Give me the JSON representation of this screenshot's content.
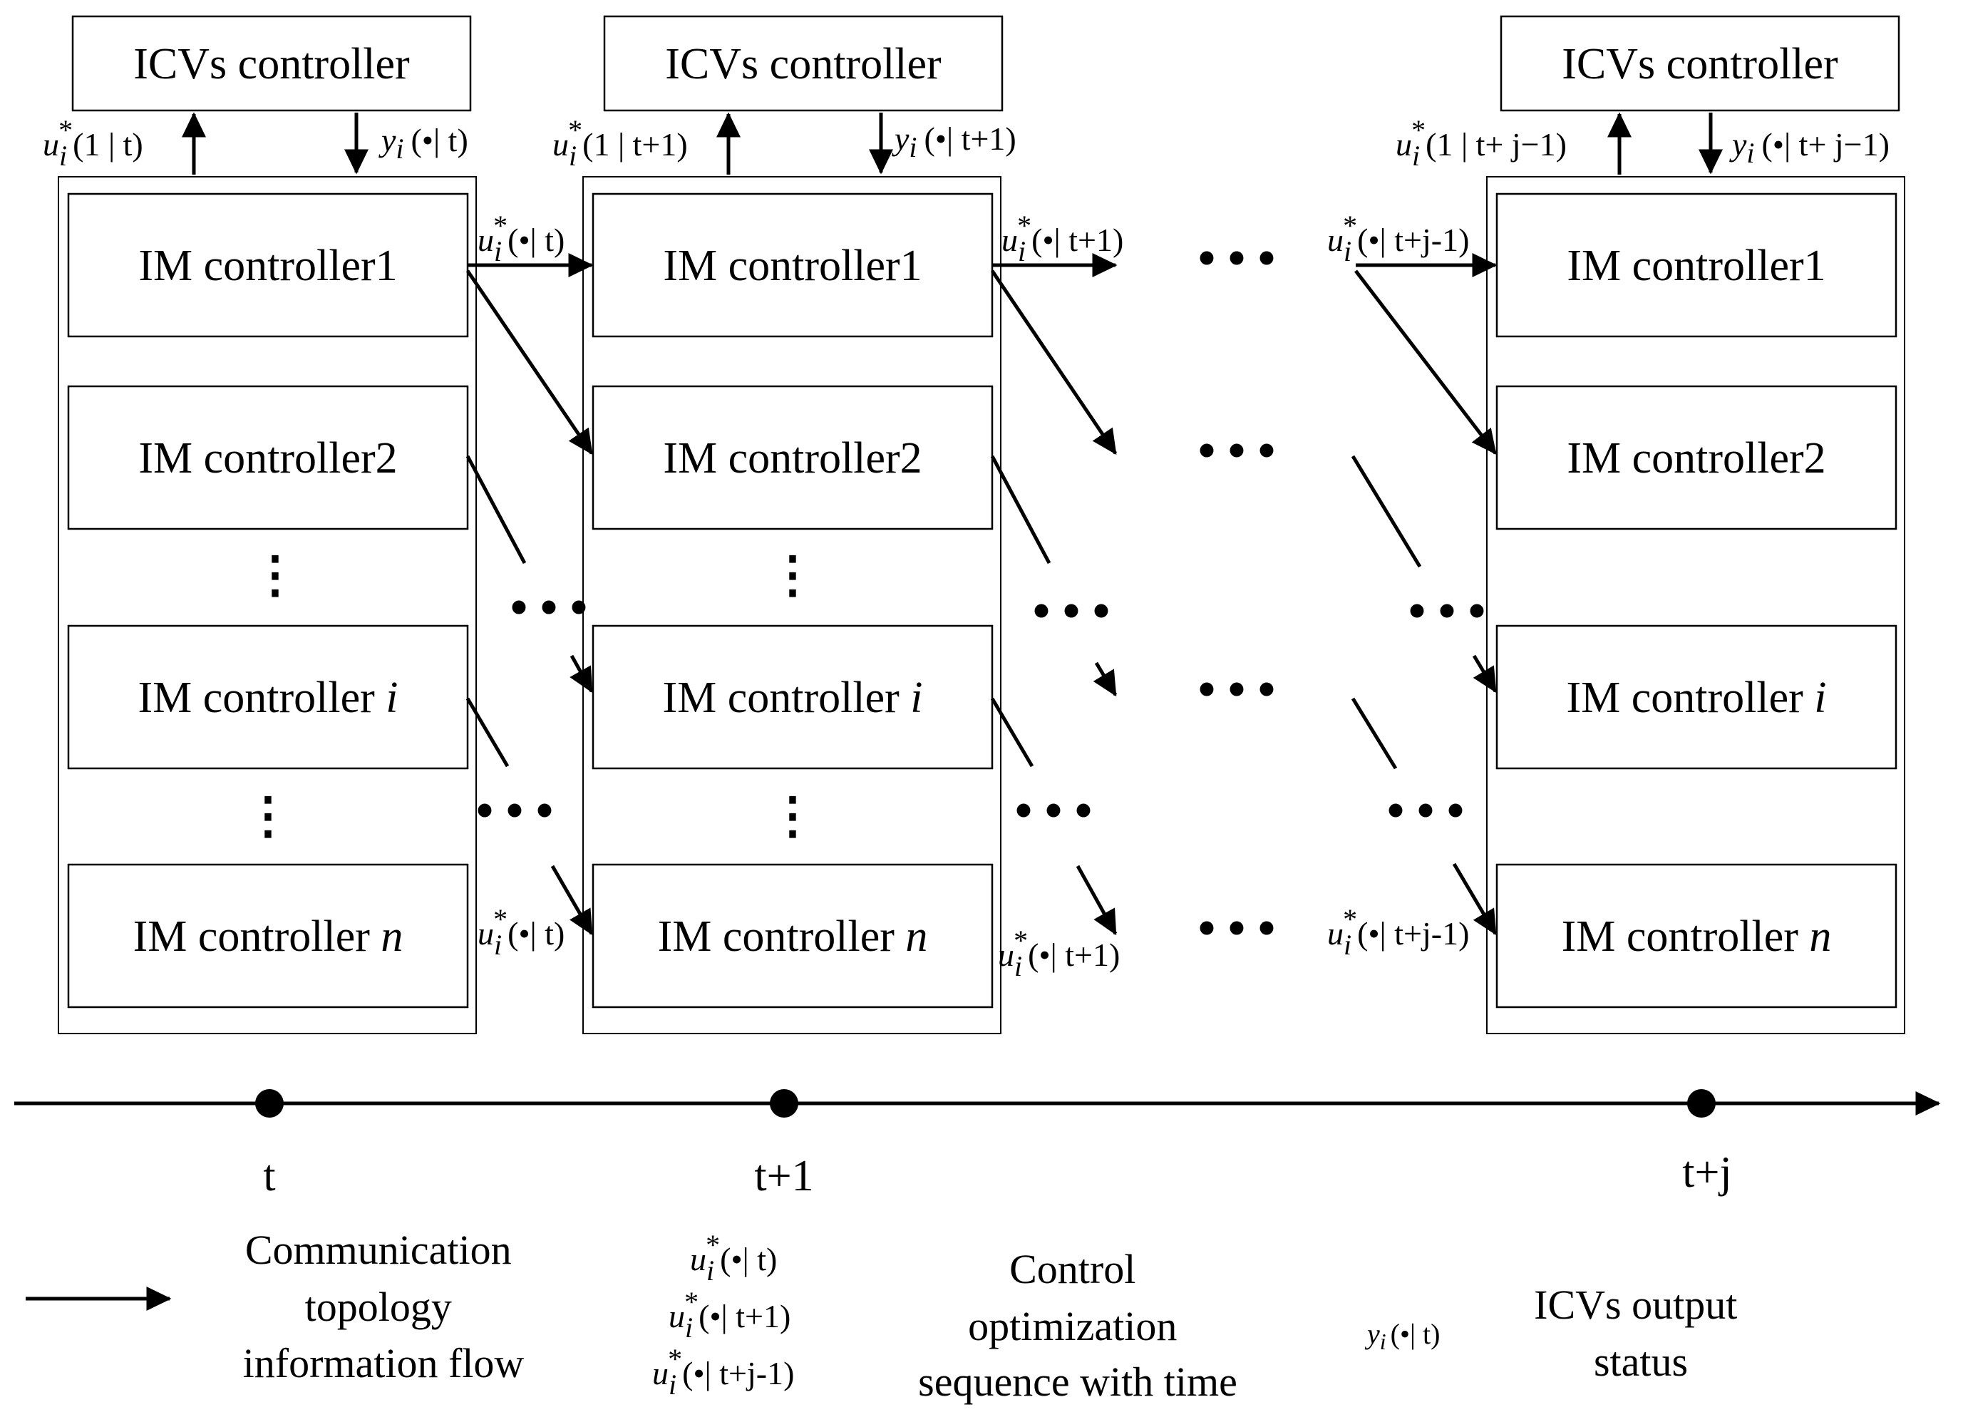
{
  "icv_label": "ICVs controller",
  "im_labels": {
    "c1": "IM controller1",
    "c2": "IM controller2",
    "ci_prefix": "IM controller ",
    "ci_var": "i",
    "cn_prefix": "IM controller ",
    "cn_var": "n"
  },
  "columns": [
    {
      "u_out": "(1 | t)",
      "y_in": "(•| t)"
    },
    {
      "u_out": "(1 | t+1)",
      "y_in": "(•| t+1)"
    },
    {
      "u_out": "(1 | t+ j−1)",
      "y_in": "(•| t+ j−1)"
    }
  ],
  "flow_labels": {
    "u_t": "(•| t)",
    "u_t1": "(•| t+1)",
    "u_tj": "(•| t+j-1)"
  },
  "symbols": {
    "u": "u",
    "i": "i",
    "star": "*",
    "y": "y"
  },
  "dots": "• • •",
  "vdots": "⋮",
  "timeline": {
    "ticks": [
      "t",
      "t+1",
      "t+j"
    ]
  },
  "legend": {
    "arrow": [
      "Communication",
      "topology",
      "information flow"
    ],
    "u_seq": [
      "(•| t)",
      "(•| t+1)",
      "(•| t+j-1)"
    ],
    "control": [
      "Control",
      "optimization",
      "sequence with time"
    ],
    "y_sym": "(•| t)",
    "output": [
      "ICVs output",
      "status"
    ]
  }
}
